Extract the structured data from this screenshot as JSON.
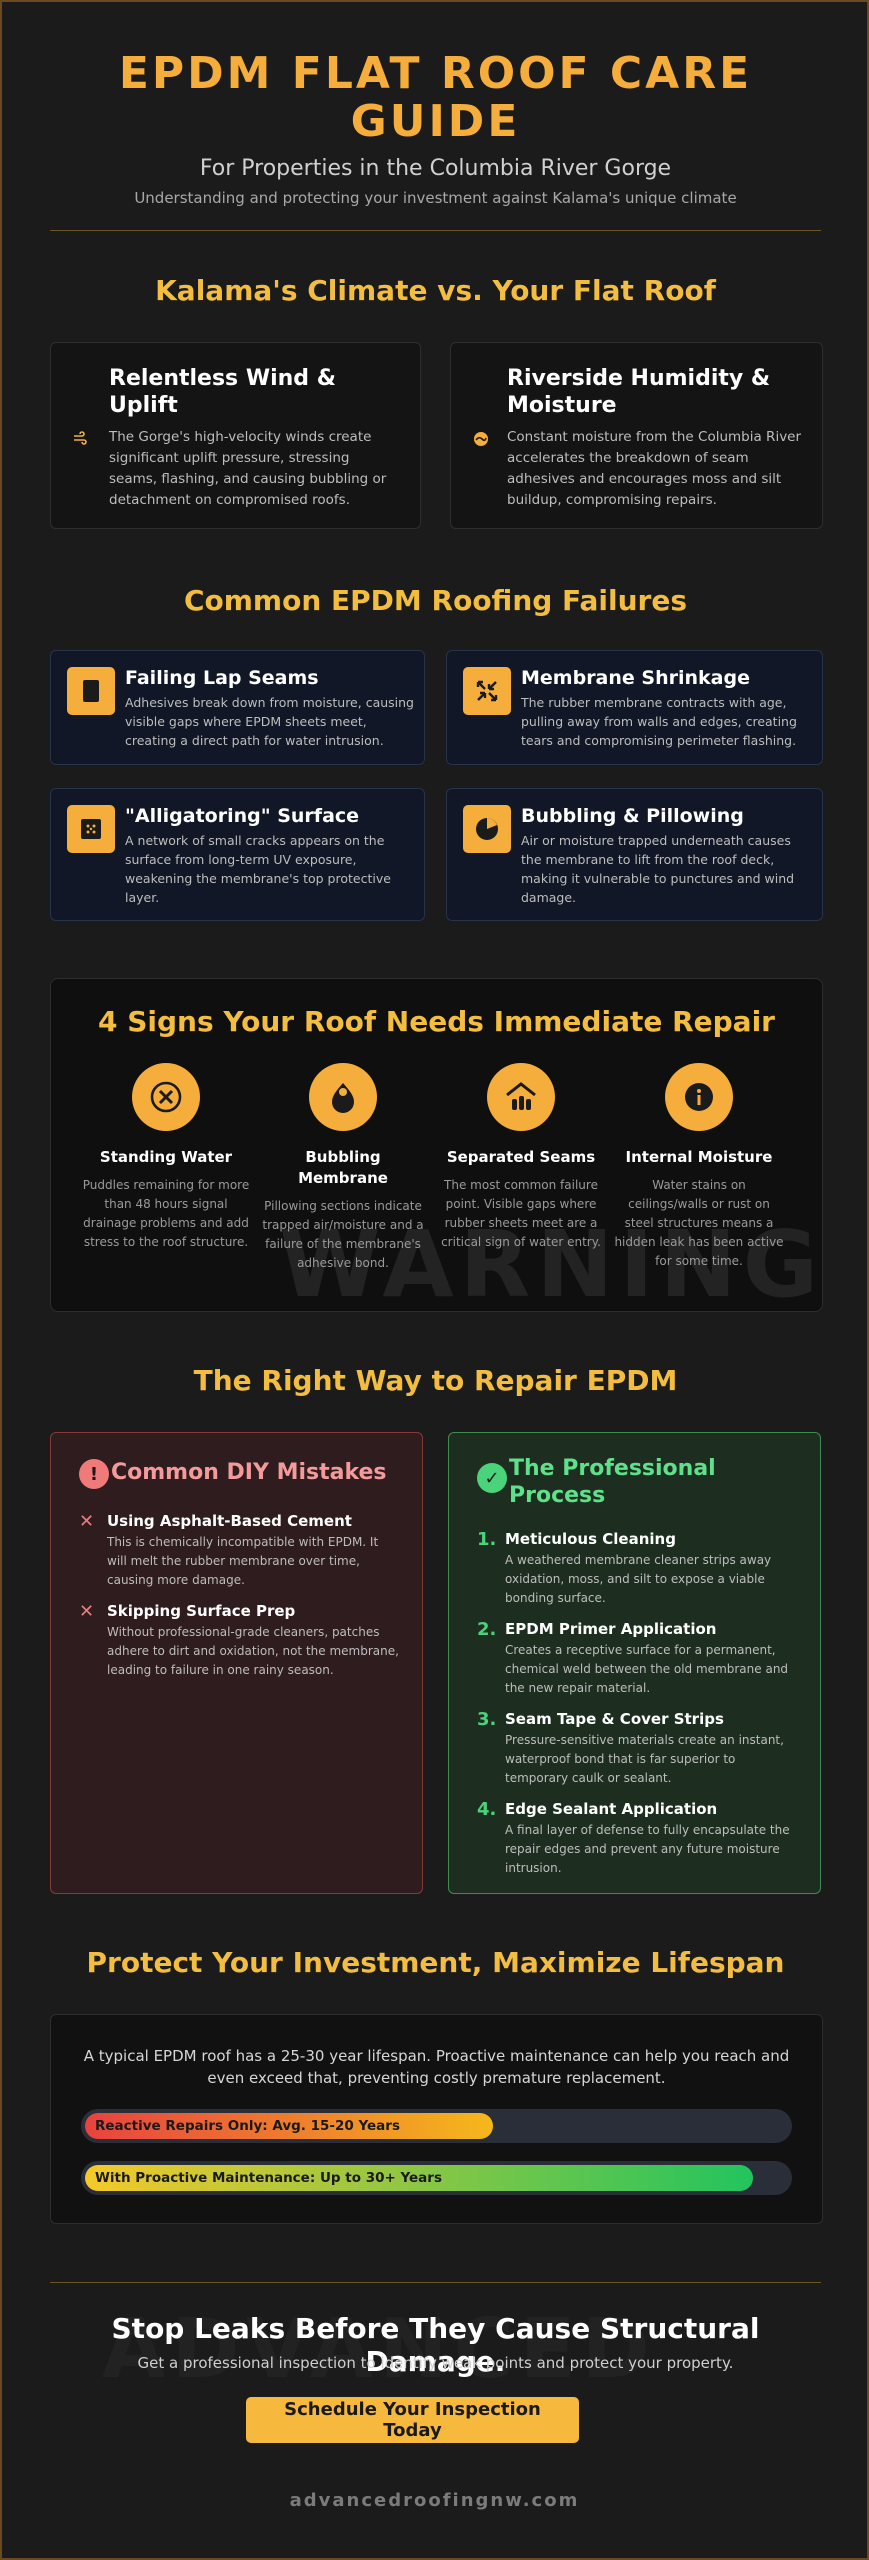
{
  "header": {
    "title": "EPDM FLAT ROOF CARE GUIDE",
    "subtitle": "For Properties in the Columbia River Gorge",
    "tagline": "Understanding and protecting your investment against Kalama's unique climate"
  },
  "climate": {
    "title": "Kalama's Climate vs. Your Flat Roof",
    "cards": [
      {
        "title": "Relentless Wind & Uplift",
        "text": "The Gorge's high-velocity winds create significant uplift pressure, stressing seams, flashing, and causing bubbling or detachment on compromised roofs.",
        "icon": "wind-icon"
      },
      {
        "title": "Riverside Humidity & Moisture",
        "text": "Constant moisture from the Columbia River accelerates the breakdown of seam adhesives and encourages moss and silt buildup, compromising repairs.",
        "icon": "water-icon"
      }
    ]
  },
  "failures": {
    "title": "Common EPDM Roofing Failures",
    "cards": [
      {
        "title": "Failing Lap Seams",
        "text": "Adhesives break down from moisture, causing visible gaps where EPDM sheets meet, creating a direct path for water intrusion.",
        "icon": "seam-icon"
      },
      {
        "title": "Membrane Shrinkage",
        "text": "The rubber membrane contracts with age, pulling away from walls and edges, creating tears and compromising perimeter flashing.",
        "icon": "shrink-arrows-icon"
      },
      {
        "title": "\"Alligatoring\" Surface",
        "text": "A network of small cracks appears on the surface from long-term UV exposure, weakening the membrane's top protective layer.",
        "icon": "cracked-surface-icon"
      },
      {
        "title": "Bubbling & Pillowing",
        "text": "Air or moisture trapped underneath causes the membrane to lift from the roof deck, making it vulnerable to punctures and wind damage.",
        "icon": "pie-chart-icon"
      }
    ]
  },
  "signs": {
    "title": "4 Signs Your Roof Needs Immediate Repair",
    "watermark": "WARNING",
    "items": [
      {
        "title": "Standing Water",
        "text": "Puddles remaining for more than 48 hours signal drainage problems and add stress to the roof structure.",
        "icon": "x-circle-icon"
      },
      {
        "title": "Bubbling Membrane",
        "text": "Pillowing sections indicate trapped air/moisture and a failure of the membrane's adhesive bond.",
        "icon": "bubble-icon"
      },
      {
        "title": "Separated Seams",
        "text": "The most common failure point. Visible gaps where rubber sheets meet are a critical sign of water entry.",
        "icon": "roof-gap-icon"
      },
      {
        "title": "Internal Moisture",
        "text": "Water stains on ceilings/walls or rust on steel structures means a hidden leak has been active for some time.",
        "icon": "info-icon"
      }
    ]
  },
  "repair": {
    "title": "The Right Way to Repair EPDM",
    "diy": {
      "title": "Common DIY Mistakes",
      "items": [
        {
          "title": "Using Asphalt-Based Cement",
          "text": "This is chemically incompatible with EPDM. It will melt the rubber membrane over time, causing more damage."
        },
        {
          "title": "Skipping Surface Prep",
          "text": "Without professional-grade cleaners, patches adhere to dirt and oxidation, not the membrane, leading to failure in one rainy season."
        }
      ]
    },
    "pro": {
      "title": "The Professional Process",
      "items": [
        {
          "num": "1.",
          "title": "Meticulous Cleaning",
          "text": "A weathered membrane cleaner strips away oxidation, moss, and silt to expose a viable bonding surface."
        },
        {
          "num": "2.",
          "title": "EPDM Primer Application",
          "text": "Creates a receptive surface for a permanent, chemical weld between the old membrane and the new repair material."
        },
        {
          "num": "3.",
          "title": "Seam Tape & Cover Strips",
          "text": "Pressure-sensitive materials create an instant, waterproof bond that is far superior to temporary caulk or sealant."
        },
        {
          "num": "4.",
          "title": "Edge Sealant Application",
          "text": "A final layer of defense to fully encapsulate the repair edges and prevent any future moisture intrusion."
        }
      ]
    }
  },
  "lifespan": {
    "title": "Protect Your Investment, Maximize Lifespan",
    "intro": "A typical EPDM roof has a 25-30 year lifespan. Proactive maintenance can help you reach and even exceed that, preventing costly premature replacement.",
    "bars": [
      {
        "label": "Reactive Repairs Only: Avg. 15-20 Years",
        "fraction": 0.58
      },
      {
        "label": "With Proactive Maintenance: Up to 30+ Years",
        "fraction": 0.95
      }
    ]
  },
  "cta": {
    "watermark": "ADVANCED",
    "title": "Stop Leaks Before They Cause Structural Damage.",
    "subtitle": "Get a professional inspection to identify weak points and protect your property.",
    "button": "Schedule Your Inspection Today"
  },
  "footer": {
    "site": "advancedroofingnw.com"
  },
  "colors": {
    "accent": "#f5ad3b",
    "danger": "#f07a7a",
    "success": "#4ad37a",
    "background": "#1b1b1b"
  }
}
